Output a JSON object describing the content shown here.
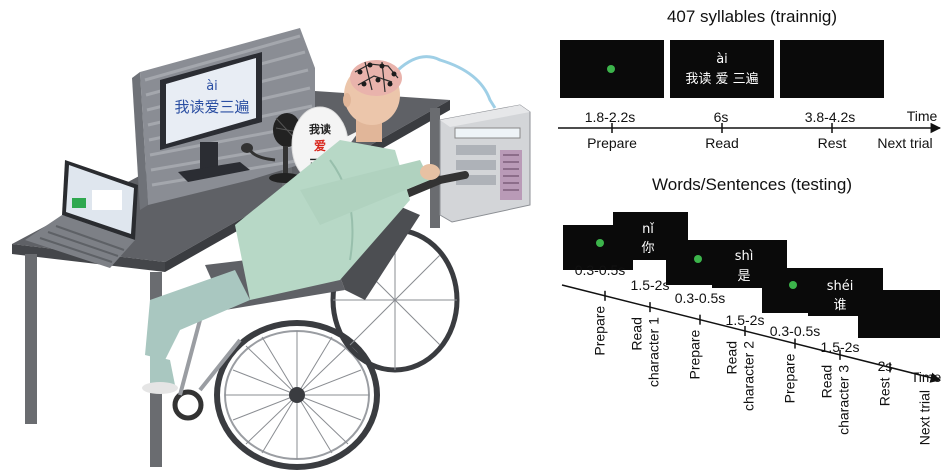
{
  "illustration": {
    "monitor": {
      "pinyin": "ài",
      "chinese": "我读爱三遍"
    },
    "speech_bubble": {
      "line1": "我读",
      "line2": "爱",
      "line3": "三遍"
    }
  },
  "training": {
    "title": "407 syllables (trainnig)",
    "screen2_pinyin": "ài",
    "screen2_chinese": "我读 爱 三遍",
    "durations": [
      "1.8-2.2s",
      "6s",
      "3.8-4.2s"
    ],
    "phases": [
      "Prepare",
      "Read",
      "Rest",
      "Next trial"
    ],
    "axis_label": "Time"
  },
  "testing": {
    "title": "Words/Sentences (testing)",
    "chars": [
      {
        "pinyin": "nǐ",
        "hanzi": "你"
      },
      {
        "pinyin": "shì",
        "hanzi": "是"
      },
      {
        "pinyin": "shéi",
        "hanzi": "谁"
      }
    ],
    "durations": [
      "0.3-0.5s",
      "1.5-2s",
      "0.3-0.5s",
      "1.5-2s",
      "0.3-0.5s",
      "1.5-2s",
      "2s"
    ],
    "phase_labels": [
      [
        "Prepare"
      ],
      [
        "Read",
        "character 1"
      ],
      [
        "Prepare"
      ],
      [
        "Read",
        "character 2"
      ],
      [
        "Prepare"
      ],
      [
        "Read",
        "character 3"
      ],
      [
        "Rest"
      ],
      [
        "Next trial"
      ]
    ],
    "axis_label": "Time"
  },
  "colors": {
    "fixation_dot": "#3cb44b",
    "screen_bg": "#0a0a0a",
    "axis": "#111111"
  }
}
